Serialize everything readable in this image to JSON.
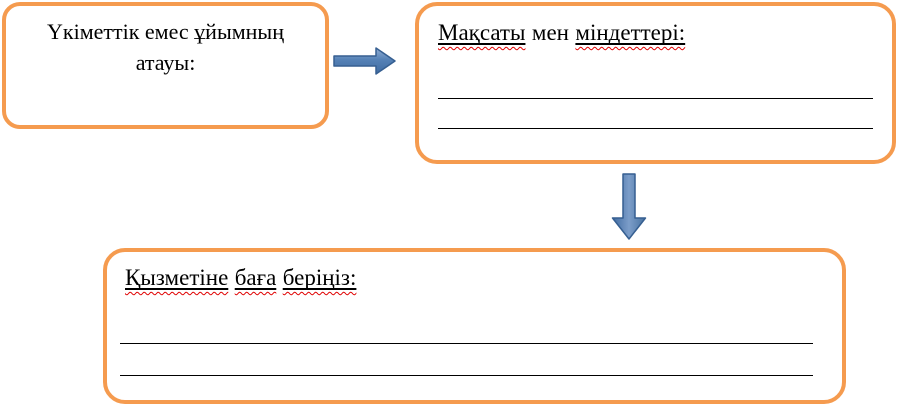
{
  "colors": {
    "box_border": "#F59B4F",
    "arrow_fill": "#4F81BD",
    "arrow_stroke": "#365F91",
    "spellcheck_underline": "#E00000",
    "text": "#000000"
  },
  "box1": {
    "title_lines": [
      "Үкіметтік емес ұйымның",
      "атауы:"
    ]
  },
  "box2": {
    "title_words": [
      "Мақсаты",
      "мен",
      "міндеттері:"
    ],
    "blank_line_count": 2
  },
  "box3": {
    "title_words": [
      "Қызметіне",
      "баға",
      "беріңіз:"
    ],
    "blank_line_count": 2
  }
}
